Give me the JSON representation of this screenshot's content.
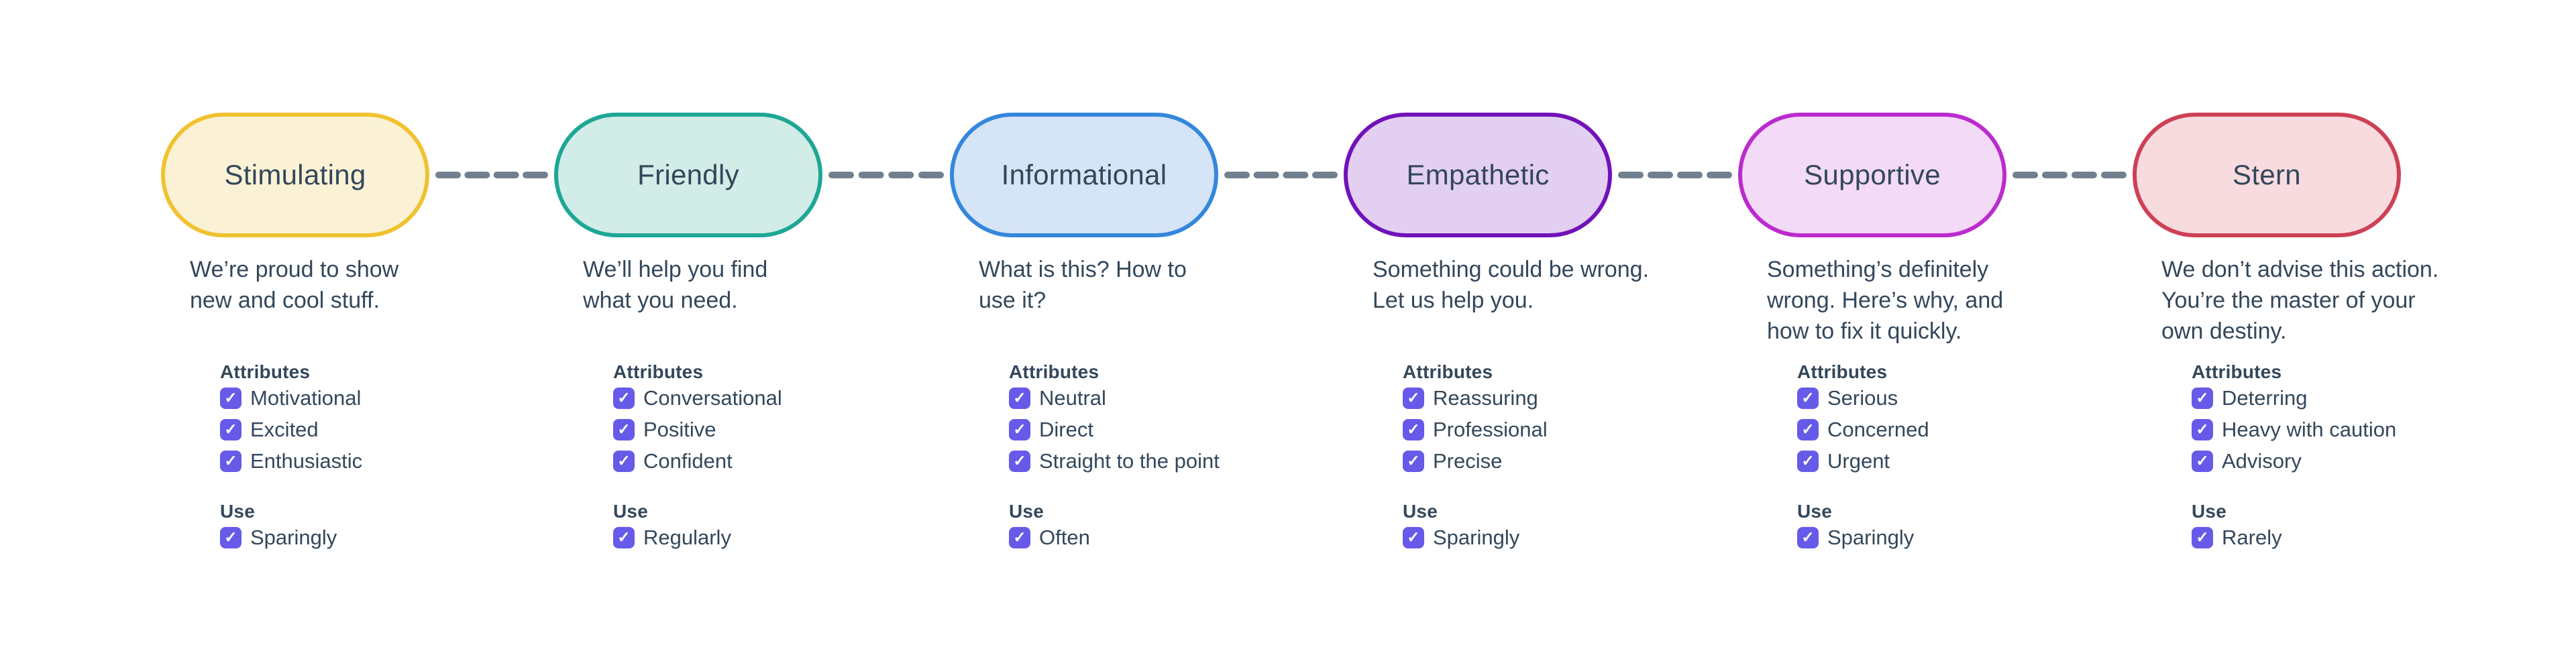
{
  "palette": {
    "background": "#FFFFFF",
    "text_color": "#33475B",
    "checkbox_color": "#675AE8",
    "checkmark_color": "#FFFFFF",
    "connector_color": "#71808E"
  },
  "labels": {
    "attributes_heading": "Attributes",
    "use_heading": "Use"
  },
  "nodes": [
    {
      "label": "Stimulating",
      "fill_color": "#FBF2D5",
      "border_color": "#F0C230",
      "description": "We’re proud to show\nnew and cool stuff.",
      "attributes": [
        {
          "label": "Motivational",
          "checked": true
        },
        {
          "label": "Excited",
          "checked": true
        },
        {
          "label": "Enthusiastic",
          "checked": true
        }
      ],
      "use": [
        {
          "label": "Sparingly",
          "checked": true
        }
      ]
    },
    {
      "label": "Friendly",
      "fill_color": "#D2ECE8",
      "border_color": "#1EA795",
      "description": "We’ll help you find\nwhat you need.",
      "attributes": [
        {
          "label": "Conversational",
          "checked": true
        },
        {
          "label": "Positive",
          "checked": true
        },
        {
          "label": "Confident",
          "checked": true
        }
      ],
      "use": [
        {
          "label": "Regularly",
          "checked": true
        }
      ]
    },
    {
      "label": "Informational",
      "fill_color": "#D5E4F6",
      "border_color": "#3487DB",
      "description": "What is this? How to\nuse it?",
      "attributes": [
        {
          "label": "Neutral",
          "checked": true
        },
        {
          "label": "Direct",
          "checked": true
        },
        {
          "label": "Straight to the point",
          "checked": true
        }
      ],
      "use": [
        {
          "label": "Often",
          "checked": true
        }
      ]
    },
    {
      "label": "Empathetic",
      "fill_color": "#E3CFF1",
      "border_color": "#7112B8",
      "description": "Something could be wrong.\nLet us help you.",
      "attributes": [
        {
          "label": "Reassuring",
          "checked": true
        },
        {
          "label": "Professional",
          "checked": true
        },
        {
          "label": "Precise",
          "checked": true
        }
      ],
      "use": [
        {
          "label": "Sparingly",
          "checked": true
        }
      ]
    },
    {
      "label": "Supportive",
      "fill_color": "#F3DAF6",
      "border_color": "#BB2BCE",
      "description": "Something’s definitely\nwrong. Here’s why, and\nhow to fix it quickly.",
      "attributes": [
        {
          "label": "Serious",
          "checked": true
        },
        {
          "label": "Concerned",
          "checked": true
        },
        {
          "label": "Urgent",
          "checked": true
        }
      ],
      "use": [
        {
          "label": "Sparingly",
          "checked": true
        }
      ]
    },
    {
      "label": "Stern",
      "fill_color": "#F7DBDE",
      "border_color": "#CD4155",
      "description": "We don’t advise this action.\nYou’re the master of your\nown destiny.",
      "attributes": [
        {
          "label": "Deterring",
          "checked": true
        },
        {
          "label": "Heavy with caution",
          "checked": true
        },
        {
          "label": "Advisory",
          "checked": true
        }
      ],
      "use": [
        {
          "label": "Rarely",
          "checked": true
        }
      ]
    }
  ]
}
